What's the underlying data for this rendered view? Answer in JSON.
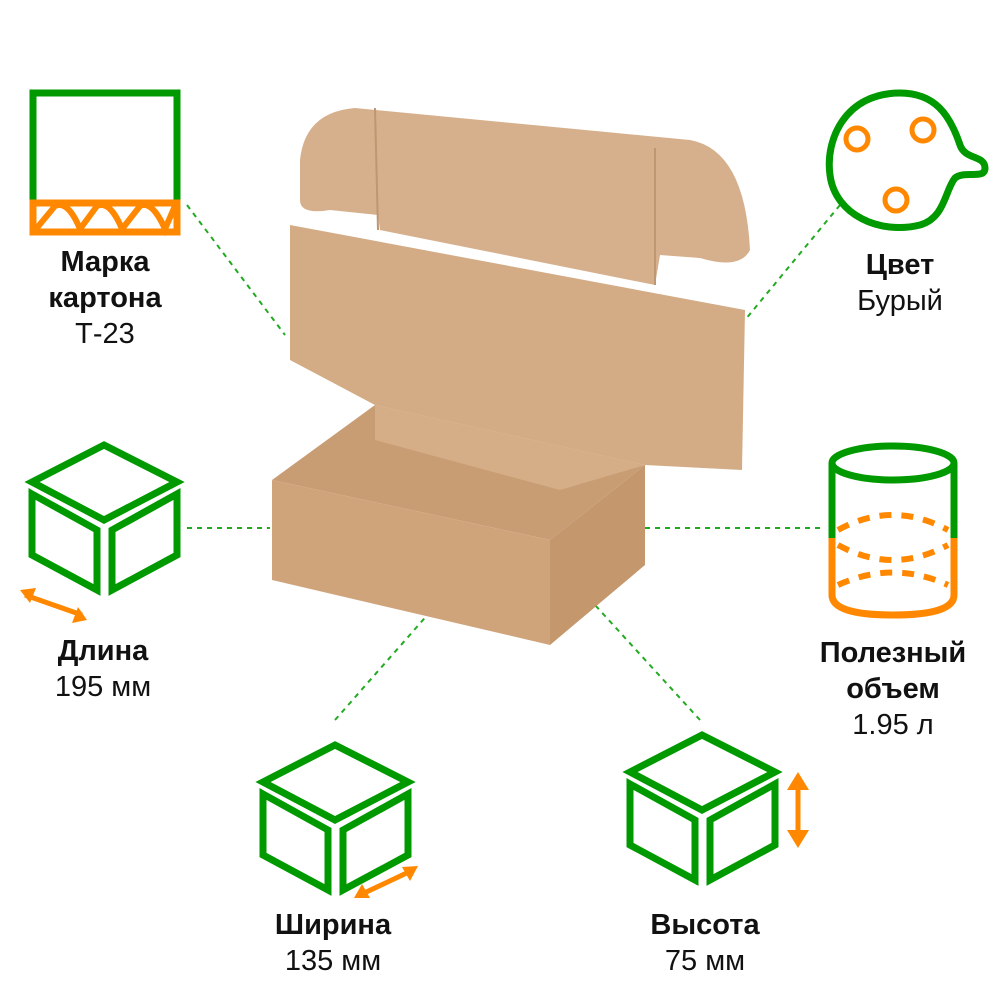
{
  "colors": {
    "green": "#009900",
    "orange": "#FF8800",
    "kraft": "#D3AC86",
    "dots": "#22AA22"
  },
  "specs": {
    "board": {
      "title_line1": "Марка",
      "title_line2": "картона",
      "value": "Т-23",
      "icon": "corrugated-board-icon"
    },
    "color": {
      "title": "Цвет",
      "value": "Бурый",
      "icon": "palette-icon"
    },
    "length": {
      "title": "Длина",
      "value": "195 мм",
      "icon": "cube-length-icon"
    },
    "volume": {
      "title_line1": "Полезный",
      "title_line2": "объем",
      "value": "1.95 л",
      "icon": "cylinder-volume-icon"
    },
    "width": {
      "title": "Ширина",
      "value": "135 мм",
      "icon": "cube-width-icon"
    },
    "height": {
      "title": "Высота",
      "value": "75 мм",
      "icon": "cube-height-icon"
    }
  }
}
